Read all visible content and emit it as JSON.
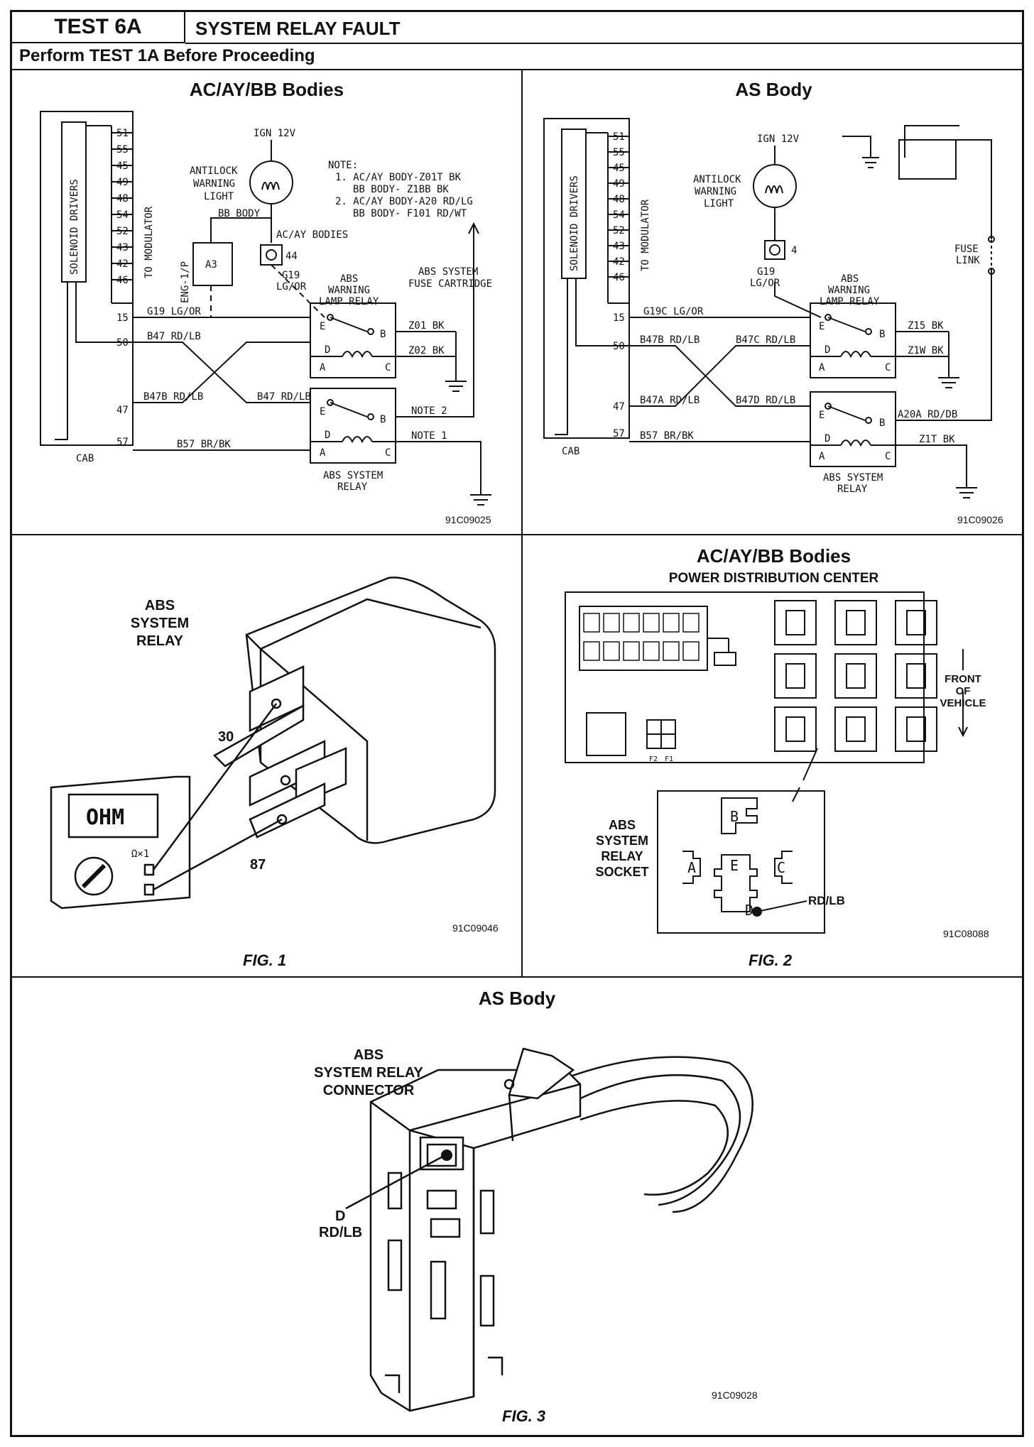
{
  "header": {
    "test": "TEST 6A",
    "title": "SYSTEM RELAY FAULT",
    "instruction": "Perform TEST 1A Before Proceeding"
  },
  "schematic_left": {
    "title": "AC/AY/BB Bodies",
    "module": "SOLENOID DRIVERS",
    "to_modulator": "TO MODULATOR",
    "cab": "CAB",
    "pins": [
      "51",
      "55",
      "45",
      "49",
      "48",
      "54",
      "52",
      "43",
      "42",
      "46"
    ],
    "pin15": "15",
    "pin50": "50",
    "pin47": "47",
    "pin57": "57",
    "ign": "IGN 12V",
    "lamp": [
      "ANTILOCK",
      "WARNING",
      "LIGHT"
    ],
    "bb_body": "BB BODY",
    "acay_bodies": "AC/AY BODIES",
    "conn44": "44",
    "g19": "G19",
    "lgor": "LG/OR",
    "eng": "ENG-1/P",
    "a3": "A3",
    "note": [
      "NOTE:",
      "1. AC/AY BODY-Z01T BK",
      "BB BODY- Z1BB BK",
      "2. AC/AY BODY-A20 RD/LG",
      "BB BODY- F101 RD/WT"
    ],
    "fuse": [
      "ABS SYSTEM",
      "FUSE CARTRIDGE"
    ],
    "warn_relay": [
      "ABS",
      "WARNING",
      "LAMP RELAY"
    ],
    "sys_relay": [
      "ABS SYSTEM",
      "RELAY"
    ],
    "wires": {
      "g19": "G19 LG/OR",
      "b47_left": "B47 RD/LB",
      "b47b": "B47B RD/LB",
      "b47_right": "B47 RD/LB",
      "b57": "B57 BR/BK",
      "z01": "Z01 BK",
      "z02": "Z02 BK",
      "note2": "NOTE 2",
      "note1": "NOTE 1"
    },
    "code": "91C09025"
  },
  "schematic_right": {
    "title": "AS Body",
    "module": "SOLENOID DRIVERS",
    "to_modulator": "TO MODULATOR",
    "cab": "CAB",
    "pins": [
      "51",
      "55",
      "45",
      "49",
      "48",
      "54",
      "52",
      "43",
      "42",
      "46"
    ],
    "pin15": "15",
    "pin50": "50",
    "pin47": "47",
    "pin57": "57",
    "ign": "IGN 12V",
    "lamp": [
      "ANTILOCK",
      "WARNING",
      "LIGHT"
    ],
    "conn4": "4",
    "g19": "G19",
    "lgor": "LG/OR",
    "fuse_link": [
      "FUSE",
      "LINK"
    ],
    "warn_relay": [
      "ABS",
      "WARNING",
      "LAMP RELAY"
    ],
    "sys_relay": [
      "ABS SYSTEM",
      "RELAY"
    ],
    "wires": {
      "g19c": "G19C LG/OR",
      "b47b": "B47B RD/LB",
      "b47c": "B47C RD/LB",
      "b47a": "B47A RD/LB",
      "b47d": "B47D RD/LB",
      "b57": "B57 BR/BK",
      "z15": "Z15 BK",
      "z1w": "Z1W BK",
      "a20a": "A20A RD/DB",
      "z1t": "Z1T BK"
    },
    "code": "91C09026"
  },
  "fig1": {
    "label": [
      "ABS",
      "SYSTEM",
      "RELAY"
    ],
    "meter": "OHM",
    "range": "Ω×1",
    "pin30": "30",
    "pin87": "87",
    "code": "91C09046",
    "caption": "FIG. 1"
  },
  "fig2": {
    "title": "AC/AY/BB Bodies",
    "subtitle": "POWER DISTRIBUTION CENTER",
    "front": [
      "FRONT",
      "OF",
      "VEHICLE"
    ],
    "socket_label": [
      "ABS",
      "SYSTEM",
      "RELAY",
      "SOCKET"
    ],
    "cavities": [
      "B",
      "A",
      "E",
      "C",
      "D"
    ],
    "rdlb": "RD/LB",
    "f2": "F2",
    "f1": "F1",
    "code": "91C08088",
    "caption": "FIG. 2"
  },
  "fig3": {
    "title": "AS Body",
    "label": [
      "ABS",
      "SYSTEM RELAY",
      "CONNECTOR"
    ],
    "pin_d": "D",
    "rdlb": "RD/LB",
    "code": "91C09028",
    "caption": "FIG. 3"
  }
}
